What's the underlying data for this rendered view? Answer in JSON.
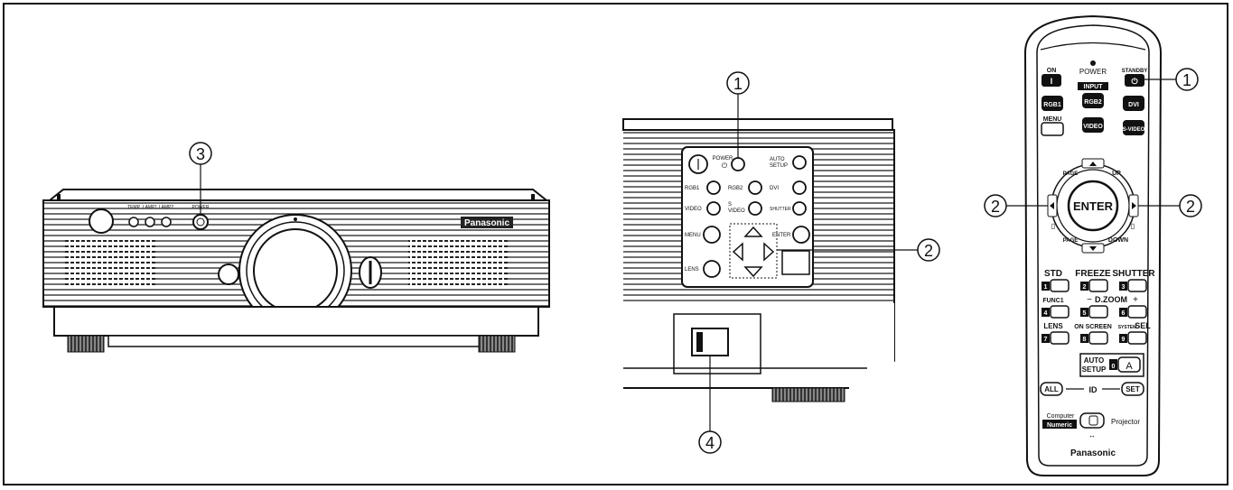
{
  "callouts": {
    "c1_panel": "1",
    "c1_remote": "1",
    "c2_panel": "2",
    "c2_remote_left": "2",
    "c2_remote_right": "2",
    "c3": "3",
    "c4": "4"
  },
  "projector_front": {
    "brand": "Panasonic",
    "indicators": {
      "temp": "TEMP",
      "lamp1": "LAMP1",
      "lamp2": "LAMP2",
      "power": "POWER"
    }
  },
  "control_panel": {
    "power": "POWER",
    "auto_setup_1": "AUTO",
    "auto_setup_2": "SETUP",
    "rgb1": "RGB1",
    "rgb2": "RGB2",
    "dvi": "DVI",
    "video": "VIDEO",
    "svideo_1": "S",
    "svideo_2": "VIDEO",
    "shutter": "SHUTTER",
    "menu": "MENU",
    "enter": "ENTER",
    "lens": "LENS"
  },
  "remote": {
    "on": "ON",
    "power": "POWER",
    "standby": "STANDBY",
    "input": "INPUT",
    "rgb1": "RGB1",
    "rgb2": "RGB2",
    "dvi": "DVI",
    "menu": "MENU",
    "video": "VIDEO",
    "svideo": "S-VIDEO",
    "page_up_1": "PAGE",
    "page_up_2": "UP",
    "enter": "ENTER",
    "page_down_1": "PAGE",
    "page_down_2": "DOWN",
    "std": "STD",
    "freeze": "FREEZE",
    "shutter": "SHUTTER",
    "func1": "FUNC1",
    "dzoom": "D.ZOOM",
    "minus": "−",
    "plus": "+",
    "lens": "LENS",
    "on_screen": "ON SCREEN",
    "system_sel_1": "SYSTEM",
    "system_sel_2": "SEL",
    "auto_1": "AUTO",
    "auto_2": "SETUP",
    "key_a": "A",
    "all": "ALL",
    "id": "ID",
    "set": "SET",
    "computer": "Computer",
    "numeric": "Numeric",
    "projector": "Projector",
    "brand": "Panasonic",
    "digits": [
      "1",
      "2",
      "3",
      "4",
      "5",
      "6",
      "7",
      "8",
      "9",
      "0"
    ]
  }
}
